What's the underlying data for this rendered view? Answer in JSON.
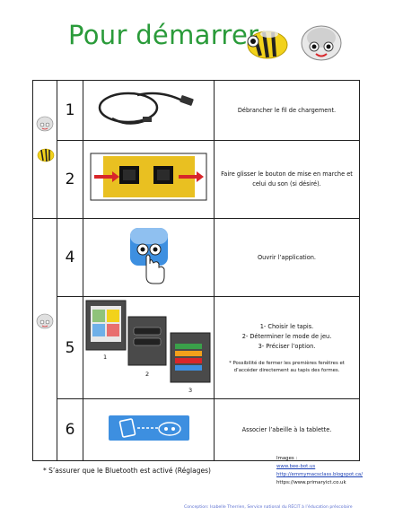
{
  "title": "Pour démarrer",
  "steps": [
    {
      "number": "1",
      "text": "Débrancher le fil de chargement."
    },
    {
      "number": "2",
      "text": "Faire glisser le bouton de mise en marche et celui du son (si désiré)."
    },
    {
      "number": "4",
      "text": "Ouvrir l’application."
    },
    {
      "number": "5",
      "lines": [
        "1- Choisir le tapis.",
        "2- Déterminer le mode de jeu.",
        "3- Préciser l’option."
      ],
      "note": "* Possibilité de fermer les premières fenêtres et d’accéder directement au tapis des formes.",
      "screenshot_labels": [
        "1",
        "2",
        "3"
      ]
    },
    {
      "number": "6",
      "text": "Associer l’abeille à la tablette."
    }
  ],
  "footnote": "* S’assurer que le Bluetooth est activé (Réglages)",
  "credits": {
    "heading": "Images :",
    "links": [
      "www.bee-bot.us",
      "http://emmymacsclass.blogspot.ca/",
      "https://www.primaryict.co.uk"
    ]
  },
  "conception": "Conception: Isabelle Therrien, Service national du RÉCIT à l’éducation préscolaire",
  "colors": {
    "title": "#2a9b3a",
    "bee_yellow": "#f2d21b",
    "arrow_red": "#d8262a",
    "app_blue": "#3d8fe0"
  }
}
